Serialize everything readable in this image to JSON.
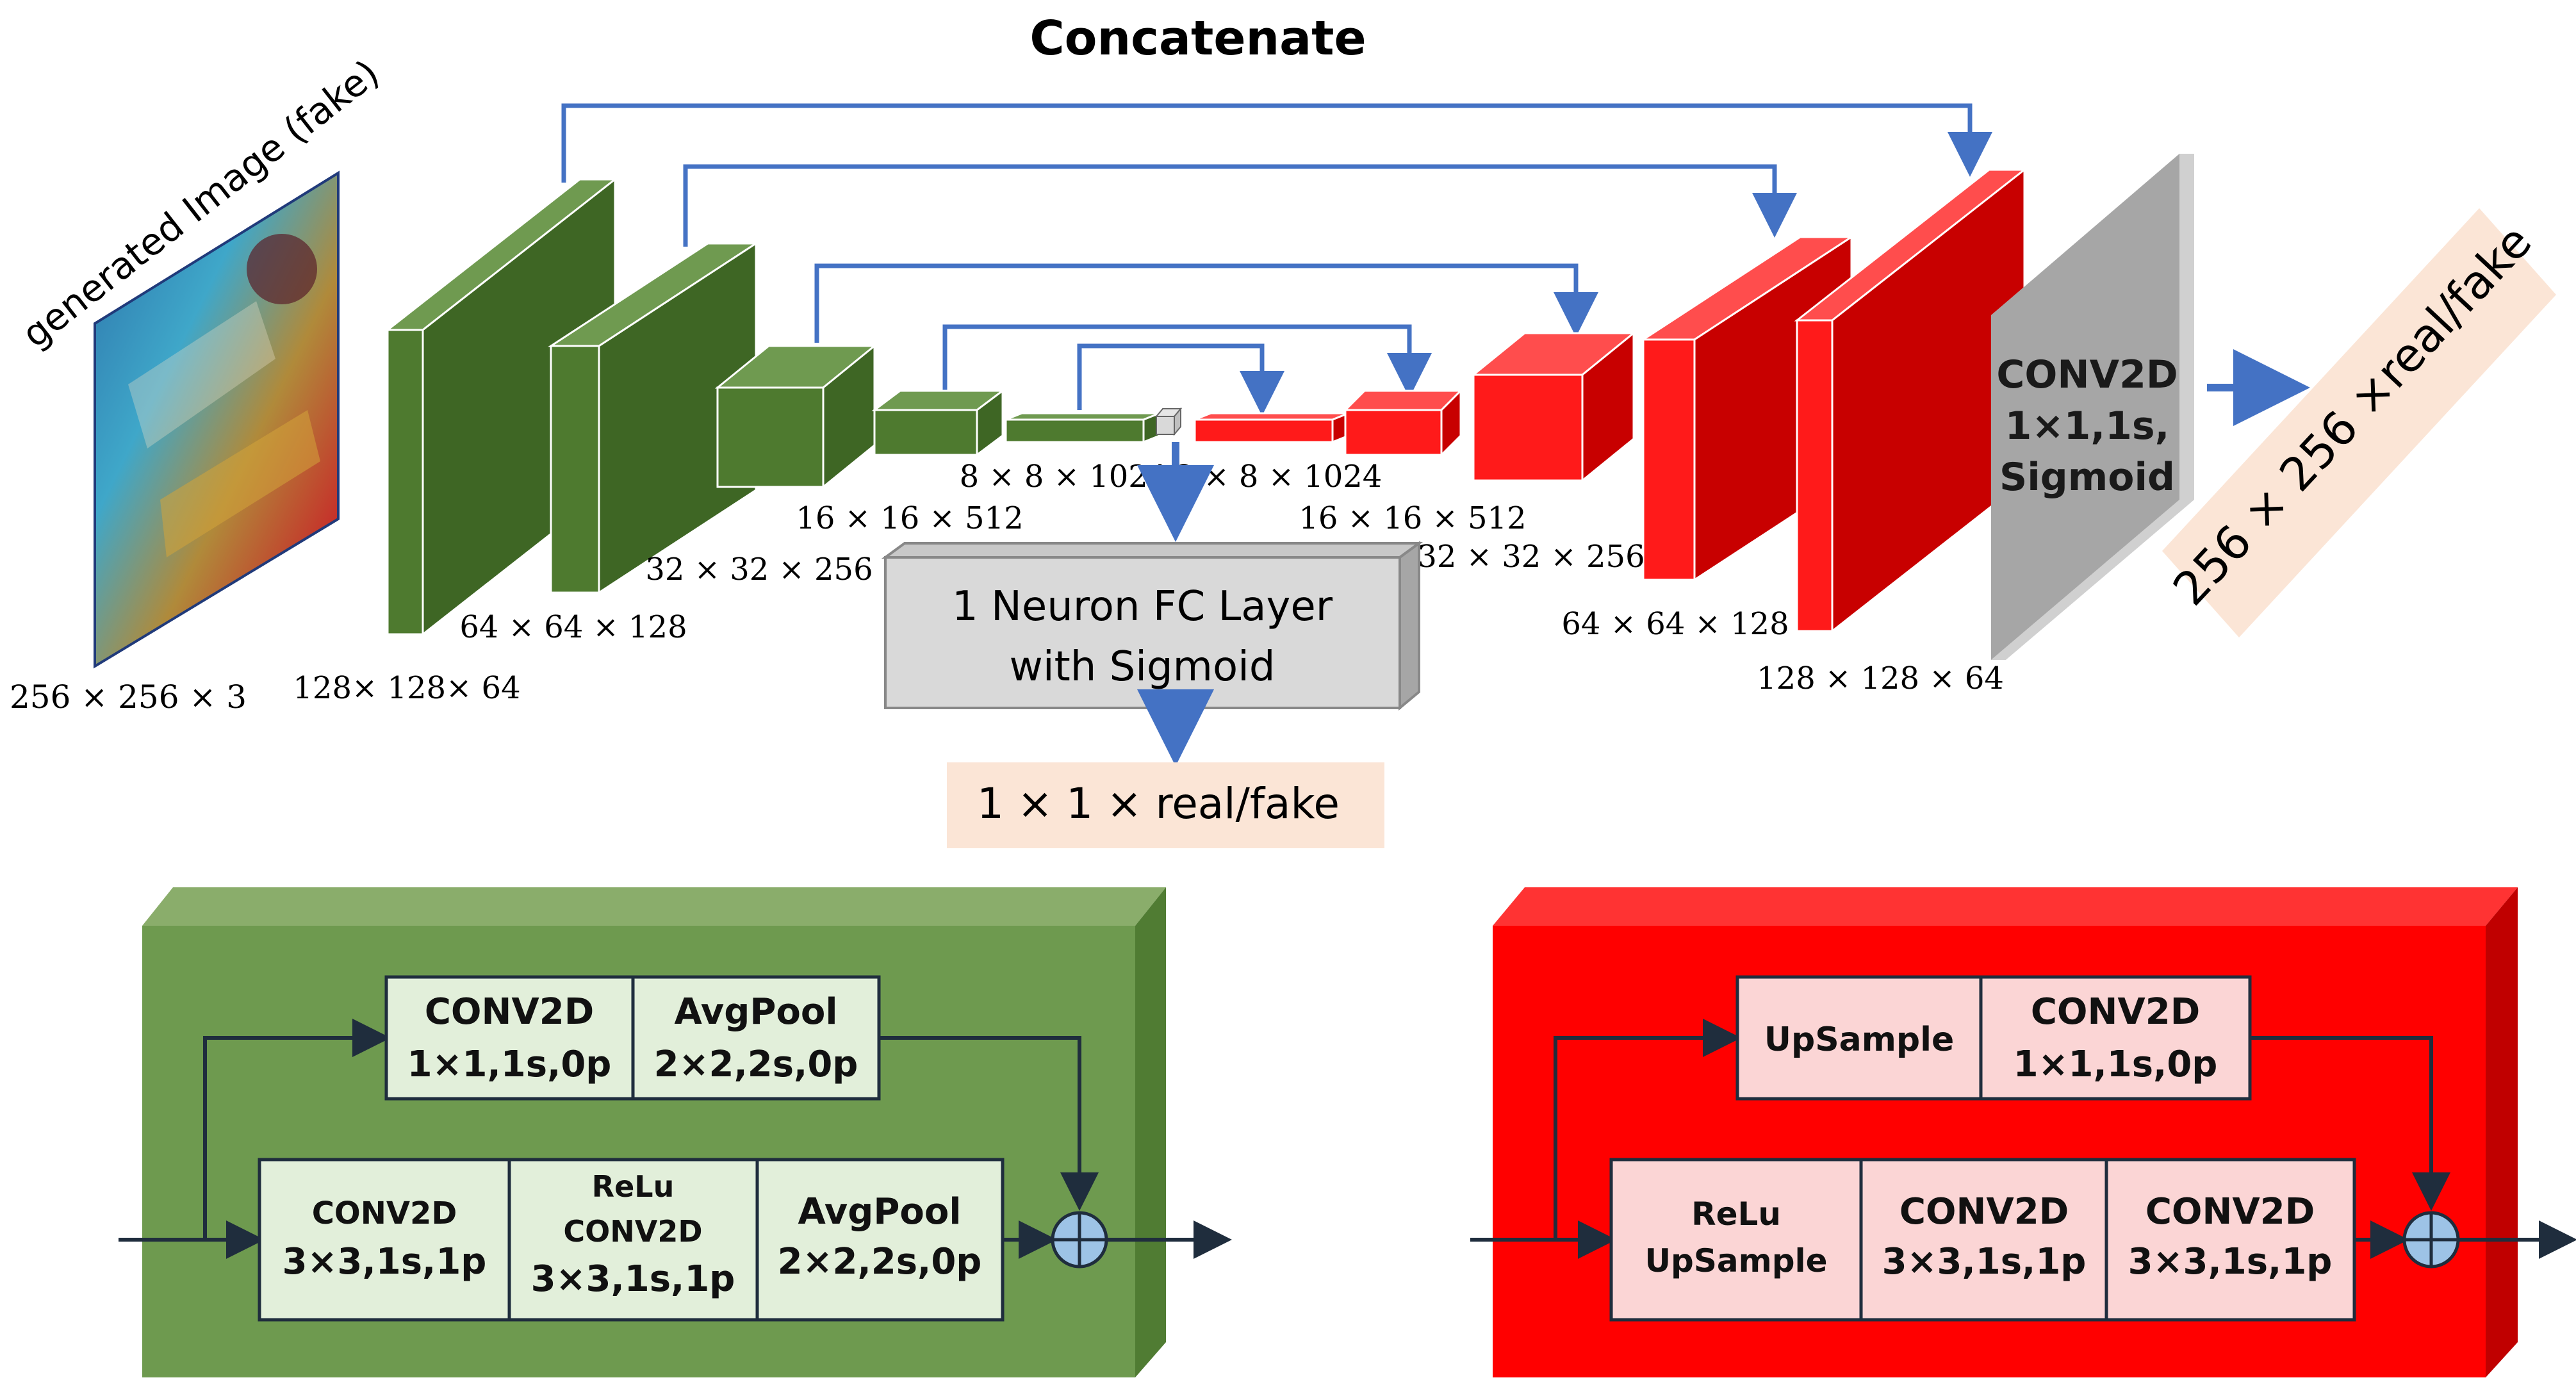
{
  "title": "Concatenate",
  "input": {
    "caption": "generated Image (fake)",
    "dims": "256 × 256 × 3"
  },
  "encoder_dims": [
    "128× 128× 64",
    "64 × 64 × 128",
    "32 × 32 × 256",
    "16 × 16 × 512",
    "8 × 8 × 1024"
  ],
  "decoder_dims": [
    "8 × 8 × 1024",
    "16 × 16 × 512",
    "32 × 32 × 256",
    "64 × 64 × 128",
    "128 × 128 × 64"
  ],
  "fc_layer": {
    "line1": "1 Neuron FC Layer",
    "line2": "with Sigmoid"
  },
  "fc_output": "1 × 1 × real/fake",
  "final_conv": {
    "line1": "CONV2D",
    "line2": "1×1,1s,",
    "line3": "Sigmoid"
  },
  "final_output": "256 × 256 ×real/fake",
  "down_block": {
    "top": [
      {
        "line1": "CONV2D",
        "line2": "1×1,1s,0p"
      },
      {
        "line1": "AvgPool",
        "line2": "2×2,2s,0p"
      }
    ],
    "bottom": [
      {
        "line1": "CONV2D",
        "line2": "3×3,1s,1p"
      },
      {
        "line1": "ReLu",
        "line2": "CONV2D",
        "line3": "3×3,1s,1p"
      },
      {
        "line1": "AvgPool",
        "line2": "2×2,2s,0p"
      }
    ]
  },
  "up_block": {
    "top": [
      {
        "line1": "UpSample"
      },
      {
        "line1": "CONV2D",
        "line2": "1×1,1s,0p"
      }
    ],
    "bottom": [
      {
        "line1": "ReLu",
        "line2": "UpSample"
      },
      {
        "line1": "CONV2D",
        "line2": "3×3,1s,1p"
      },
      {
        "line1": "CONV2D",
        "line2": "3×3,1s,1p"
      }
    ]
  },
  "colors": {
    "encoder_front": "#4e7a2f",
    "encoder_top": "#6f9a50",
    "encoder_side": "#3e6624",
    "decoder_front": "#ff1a1a",
    "decoder_top": "#ff4d4d",
    "decoder_side": "#c80000",
    "skip_arrow": "#4472c4",
    "fc_box": "#d9d9d9",
    "output_bg": "#fbe5d6",
    "conv_final": "#a6a6a6",
    "down_panel": "#6e9a4f",
    "down_cell": "#e2efda",
    "up_panel": "#ff0000",
    "up_cell": "#fbd5d5",
    "adder": "#9dc3e6"
  }
}
